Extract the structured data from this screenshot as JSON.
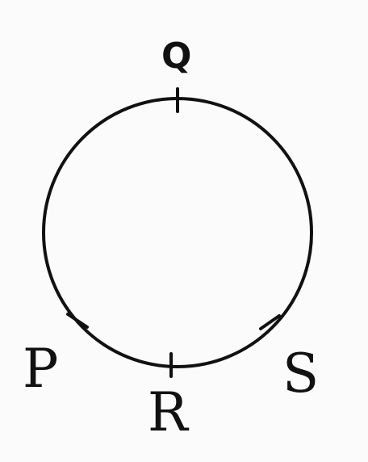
{
  "labels": {
    "q": "Q",
    "p": "P",
    "r": "R",
    "s": "S"
  },
  "colors": {
    "stroke": "#111111",
    "background": "#fbfbfb"
  }
}
